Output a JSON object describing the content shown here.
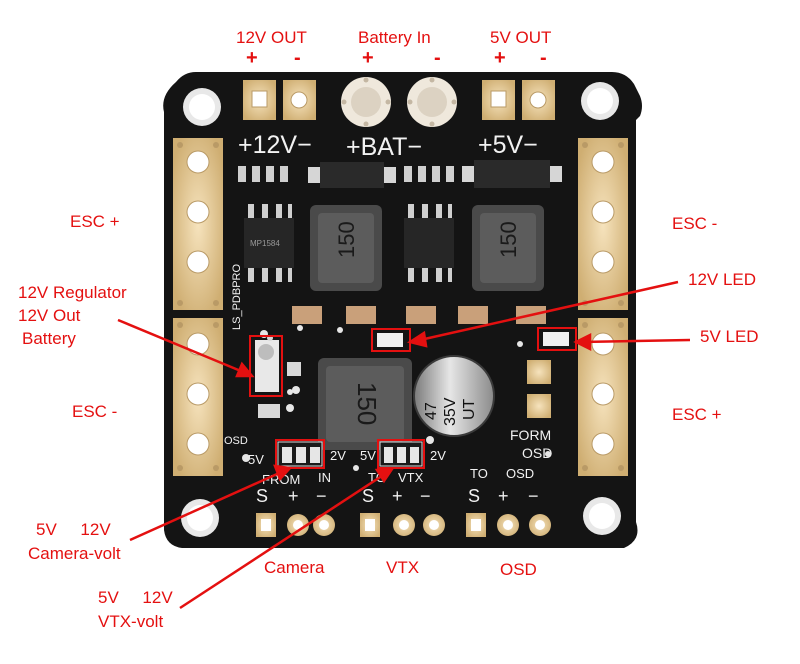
{
  "top_labels": {
    "out12": "12V OUT",
    "battery_in": "Battery In",
    "out5": "5V OUT",
    "plus": "+",
    "minus": "-"
  },
  "side_labels": {
    "esc_plus_left": "ESC +",
    "esc_minus_left": "ESC -",
    "esc_minus_right": "ESC -",
    "esc_plus_right": "ESC +",
    "led12": "12V LED",
    "led5": "5V LED",
    "reg_line1": "12V Regulator",
    "reg_line2": "12V Out",
    "reg_line3": "Battery",
    "cam_volt_nums": "5V     12V",
    "cam_volt": "Camera-volt",
    "vtx_volt_nums": "5V     12V",
    "vtx_volt": "VTX-volt"
  },
  "bottom_labels": {
    "camera": "Camera",
    "vtx": "VTX",
    "osd": "OSD"
  },
  "board_silk": {
    "v12": "+12V−",
    "bat": "+BAT−",
    "v5": "+5V−",
    "inductor": "150",
    "cap_line1": "47",
    "cap_line2": "35V",
    "cap_line3": "UT",
    "s": "S",
    "plus": "+",
    "minus": "−",
    "five_v": "5V",
    "twelve_v": "2V",
    "from": "FROM",
    "in": "IN",
    "to": "TO",
    "vtx": "VTX",
    "osd": "OSD",
    "form": "FORM",
    "side_text": "LS_PDBPRO",
    "ic_text": "MP1584"
  },
  "colors": {
    "annotation": "#e41010",
    "board": "#141414",
    "pad": "#e3c89a"
  }
}
